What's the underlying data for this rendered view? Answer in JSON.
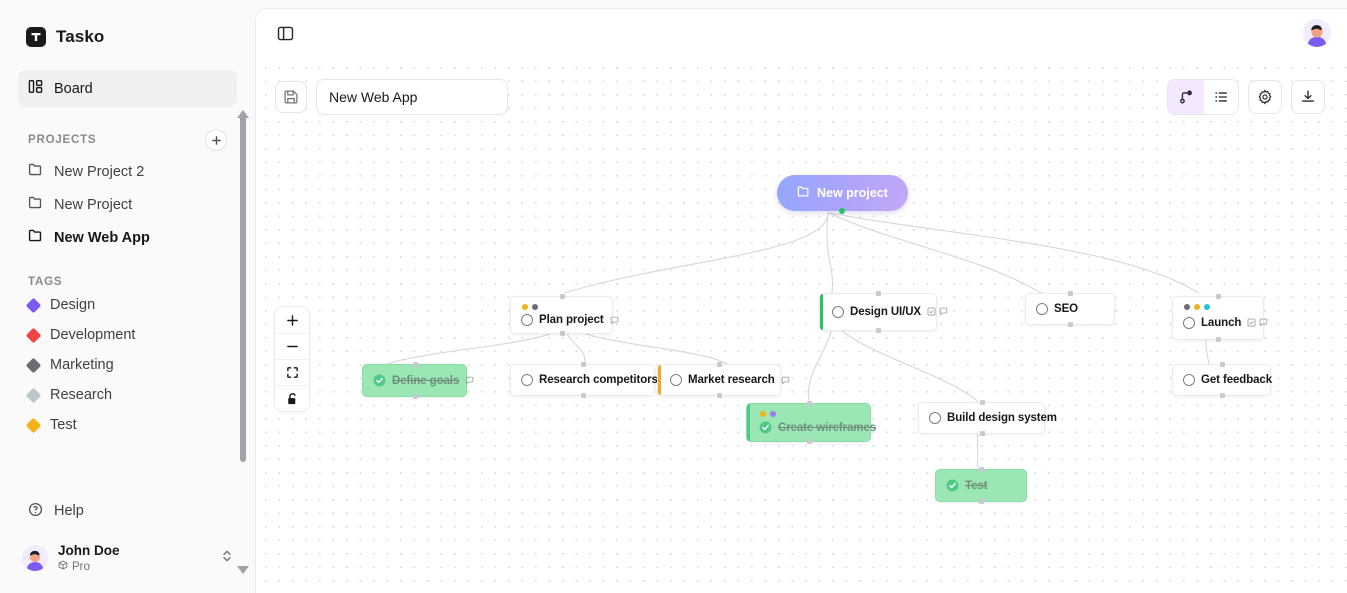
{
  "app": {
    "brand": "Tasko",
    "logo_icon": "tasko-logo-icon"
  },
  "sidebar": {
    "nav": [
      {
        "label": "Board",
        "icon": "board-icon",
        "active": true
      }
    ],
    "projects_section": {
      "title": "PROJECTS",
      "add_label": "+",
      "items": [
        {
          "label": "New Project 2",
          "icon": "folder-icon",
          "current": false
        },
        {
          "label": "New Project",
          "icon": "folder-icon",
          "current": false
        },
        {
          "label": "New Web App",
          "icon": "folder-icon",
          "current": true
        }
      ]
    },
    "tags_section": {
      "title": "TAGS",
      "items": [
        {
          "label": "Design",
          "color": "#7c5cf0"
        },
        {
          "label": "Development",
          "color": "#ef4444"
        },
        {
          "label": "Marketing",
          "color": "#6b6b73"
        },
        {
          "label": "Research",
          "color": "#b9c7ca"
        },
        {
          "label": "Test",
          "color": "#f5b21a"
        }
      ]
    },
    "help": {
      "label": "Help",
      "icon": "help-circle-icon"
    },
    "user": {
      "name": "John Doe",
      "plan": "Pro",
      "plan_icon": "box-icon",
      "avatar": "user-avatar"
    }
  },
  "topbar": {
    "toggle_sidebar_icon": "panel-left-icon",
    "avatar": "user-avatar"
  },
  "canvas_toolbar": {
    "save_icon": "save-icon",
    "title_value": "New Web App",
    "title_placeholder": "Untitled",
    "views": [
      {
        "name": "tree-view",
        "icon": "git-branch-icon",
        "active": true
      },
      {
        "name": "list-view",
        "icon": "list-icon",
        "active": false
      }
    ],
    "settings_icon": "gear-icon",
    "download_icon": "download-icon"
  },
  "zoom_controls": [
    {
      "name": "zoom-in",
      "icon": "plus-icon"
    },
    {
      "name": "zoom-out",
      "icon": "minus-icon"
    },
    {
      "name": "fit-view",
      "icon": "maximize-icon"
    },
    {
      "name": "lock-canvas",
      "icon": "unlock-icon"
    }
  ],
  "chart_data": {
    "type": "diagram",
    "title": "New Web App",
    "root": {
      "label": "New project",
      "icon": "folder-icon"
    },
    "nodes": [
      {
        "id": "plan",
        "label": "Plan project",
        "done": false,
        "tags": [
          "#f5b21a",
          "#6b6b73"
        ],
        "accent": null,
        "icons": [
          "comment-icon"
        ]
      },
      {
        "id": "design",
        "label": "Design UI/UX",
        "done": false,
        "tags": [],
        "accent": "#22c55e",
        "icons": [
          "subtask-icon",
          "comment-icon"
        ]
      },
      {
        "id": "seo",
        "label": "SEO",
        "done": false,
        "tags": [],
        "accent": null,
        "icons": []
      },
      {
        "id": "launch",
        "label": "Launch",
        "done": false,
        "tags": [
          "#6b6b73",
          "#f5b21a",
          "#22c3d9"
        ],
        "accent": null,
        "icons": [
          "subtask-icon",
          "comment-icon"
        ]
      },
      {
        "id": "goals",
        "label": "Define goals",
        "done": true,
        "tags": [],
        "accent": null,
        "icons": [
          "comment-icon"
        ]
      },
      {
        "id": "research",
        "label": "Research competitors",
        "done": false,
        "tags": [],
        "accent": null,
        "icons": []
      },
      {
        "id": "market",
        "label": "Market research",
        "done": false,
        "tags": [],
        "accent": "#f5a623",
        "icons": [
          "comment-icon"
        ]
      },
      {
        "id": "wires",
        "label": "Create wireframes",
        "done": true,
        "tags": [
          "#f5b21a",
          "#9b7cf0"
        ],
        "accent": "#22c55e",
        "icons": []
      },
      {
        "id": "system",
        "label": "Build design system",
        "done": false,
        "tags": [],
        "accent": null,
        "icons": []
      },
      {
        "id": "test",
        "label": "Test",
        "done": true,
        "tags": [],
        "accent": null,
        "icons": []
      },
      {
        "id": "feedback",
        "label": "Get feedback",
        "done": false,
        "tags": [],
        "accent": null,
        "icons": []
      }
    ],
    "edges": [
      [
        "root",
        "plan"
      ],
      [
        "root",
        "design"
      ],
      [
        "root",
        "seo"
      ],
      [
        "root",
        "launch"
      ],
      [
        "plan",
        "goals"
      ],
      [
        "plan",
        "research"
      ],
      [
        "plan",
        "market"
      ],
      [
        "design",
        "wires"
      ],
      [
        "design",
        "system"
      ],
      [
        "system",
        "test"
      ],
      [
        "launch",
        "feedback"
      ]
    ]
  },
  "colors": {
    "accent": "#7c5cf0",
    "done_bg": "#9ae6b4",
    "active_view_bg": "#f3e8ff"
  }
}
